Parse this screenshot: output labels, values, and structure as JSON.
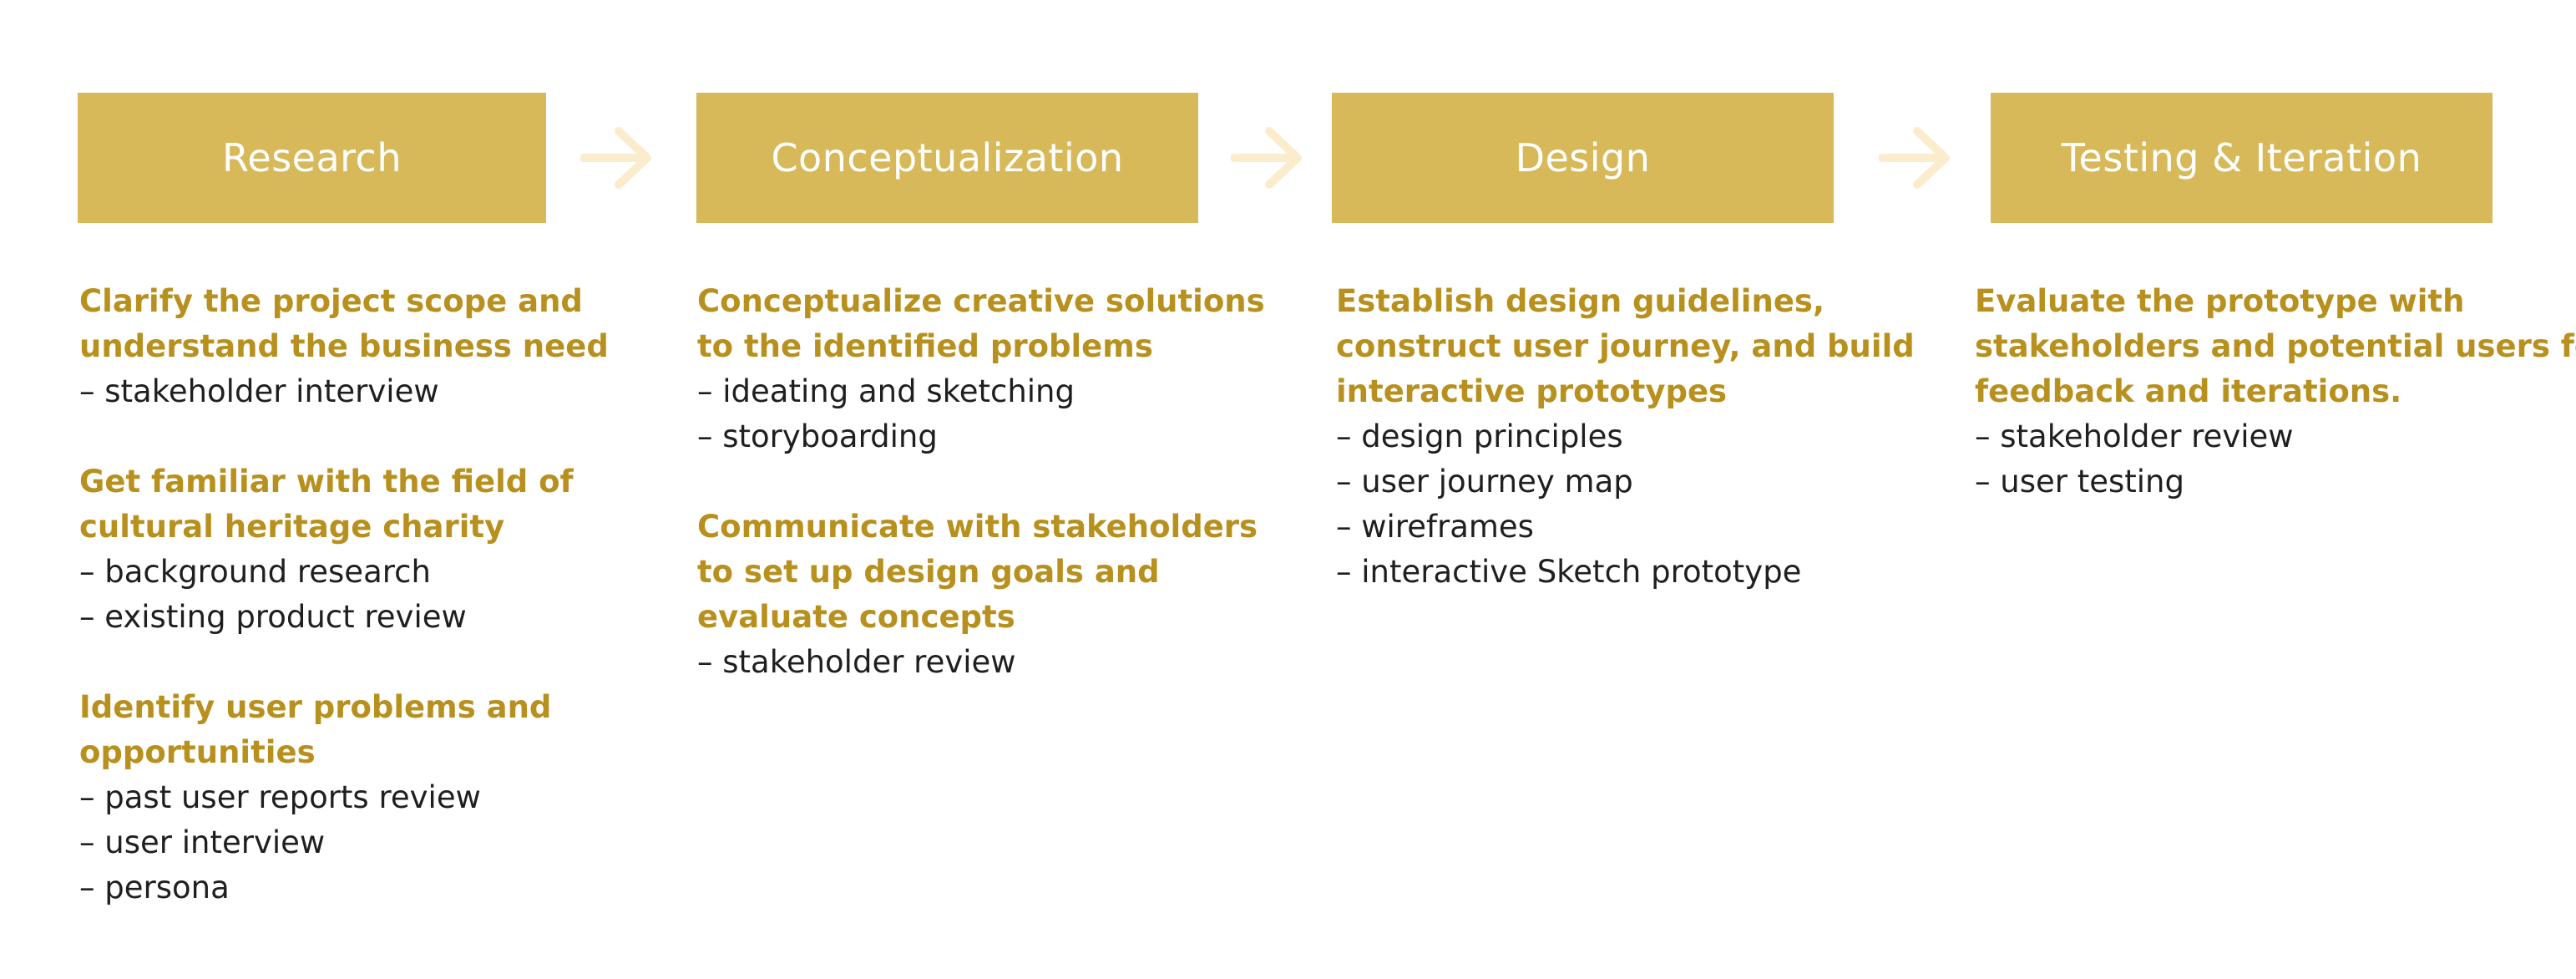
{
  "colors": {
    "header_bg": "#d8b95a",
    "header_text": "#ffffff",
    "heading_text": "#b8901e",
    "item_text": "#1f1f1f",
    "arrow": "#faeccc"
  },
  "icons": [
    "arrow-right-icon",
    "arrow-right-icon",
    "arrow-right-icon"
  ],
  "stages": [
    {
      "title": "Research",
      "groups": [
        {
          "heading": [
            "Clarify the project scope and",
            "understand the business need"
          ],
          "items": [
            "– stakeholder interview"
          ]
        },
        {
          "heading": [
            "Get familiar with the field of",
            "cultural heritage charity"
          ],
          "items": [
            "– background research",
            "– existing product review"
          ]
        },
        {
          "heading": [
            "Identify user problems and",
            "opportunities"
          ],
          "items": [
            "– past user reports review",
            "– user interview",
            "– persona"
          ]
        }
      ]
    },
    {
      "title": "Conceptualization",
      "groups": [
        {
          "heading": [
            "Conceptualize creative solutions",
            "to the identified problems"
          ],
          "items": [
            "– ideating and sketching",
            "– storyboarding"
          ]
        },
        {
          "heading": [
            "Communicate with stakeholders",
            "to set up design goals and",
            "evaluate concepts"
          ],
          "items": [
            "– stakeholder review"
          ]
        }
      ]
    },
    {
      "title": "Design",
      "groups": [
        {
          "heading": [
            "Establish design guidelines,",
            "construct user journey, and build",
            "interactive prototypes"
          ],
          "items": [
            "– design principles",
            "– user journey map",
            "– wireframes",
            "– interactive Sketch prototype"
          ]
        }
      ]
    },
    {
      "title": "Testing & Iteration",
      "groups": [
        {
          "heading": [
            "Evaluate the prototype with",
            "stakeholders and potential users for",
            "feedback and iterations."
          ],
          "items": [
            "– stakeholder review",
            "– user testing"
          ]
        }
      ]
    }
  ]
}
